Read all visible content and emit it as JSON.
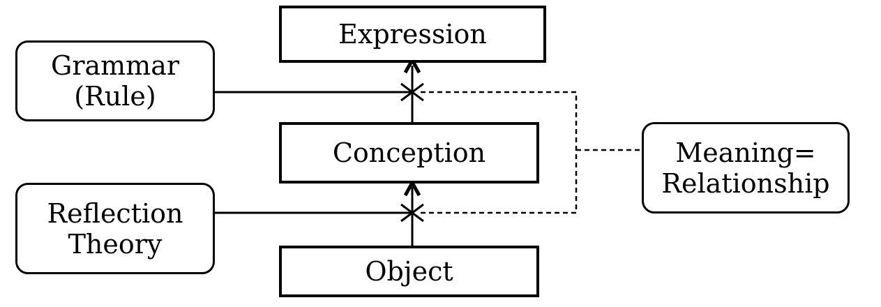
{
  "nodes": {
    "expression": "Expression",
    "conception": "Conception",
    "object": "Object",
    "grammar_line1": "Grammar",
    "grammar_line2": "(Rule)",
    "reflection_line1": "Reflection",
    "reflection_line2": "Theory",
    "meaning_line1": "Meaning=",
    "meaning_line2": "Relationship"
  }
}
